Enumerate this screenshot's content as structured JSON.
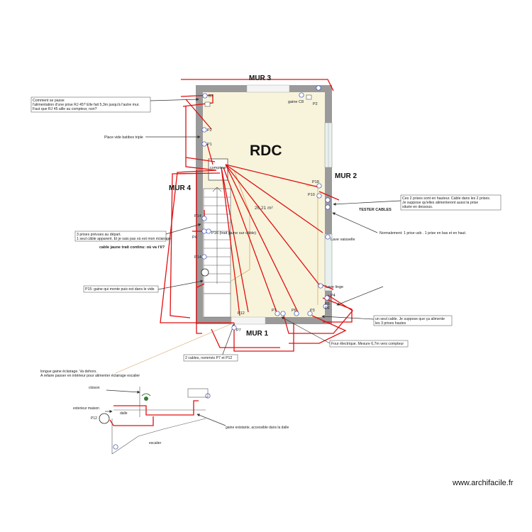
{
  "plan": {
    "room_title": "RDC",
    "area": "26.21 m²",
    "walls": {
      "mur1": "MUR 1",
      "mur2": "MUR 2",
      "mur3": "MUR 3",
      "mur4": "MUR 4"
    },
    "outlets": {
      "b7": "B7",
      "gaine_c8": "gaine C8",
      "p2_top": "P2",
      "p2_left": "P2",
      "p1": "P1",
      "compteur": "compteur",
      "p18": "P18",
      "p10": "P10",
      "p14": "P14",
      "p4": "P4",
      "p16": "P16 (trait jaune sur câble)",
      "p14b": "P14",
      "p12": "P12",
      "p7_bottom": "P7",
      "p7": "P7",
      "p6": "P6",
      "p3": "P3",
      "p5": "P5",
      "cave_vaisselle": "Lave vaisselle",
      "lave_linge": "Lave linge",
      "pf": "PF",
      "p4_right": "P4"
    },
    "notes": {
      "rj45": [
        "Comment se passe",
        "l'alimentation d'une prise RJ 45? Elle fait 5,3m jusqu'à l'autre mur.",
        "Faut que RJ 45 aille au compteur, non?"
      ],
      "batibox": "Place vide batibox triple",
      "trois_prises": [
        "3 prises prévues au départ.",
        "1 seul câble apparent. Et je sais pas où est mon éclairage"
      ],
      "cable_jaune": "cable jaune trait continu: où va t'il?",
      "p15": "P15: gaine qui monte puis est dans le vide",
      "deux_prises": [
        "Ces 2 prises sont en hauteur. Cable dans les 2 prises.",
        "Je suppose qu'elles alimenteront aussi la prise",
        "située en dessous."
      ],
      "tester": "TESTER CABLES",
      "usb": "Normalement: 1 prise usb . 1 prise en bas et en haut.",
      "un_seul_cable": [
        "un seul cable. Je suppose que ça alimente",
        "les 3 prises hautes"
      ],
      "four": "Four électrique. Mesure 6,7m vers compteur",
      "deux_cables": "2 cables, nommés P7 et P12",
      "gaine_eclairage": [
        "longue gaine éclairage. Va dehors.",
        "A refaire passer en intérieur pour alimenter éclairage escalier"
      ]
    },
    "exterior": {
      "cloison": "cloison",
      "exterieur_maison": "exterieur maison",
      "dalle": "dalle",
      "p12": "P12",
      "escalier": "escalier",
      "gaine_existante": "gaine existante, accessible dans la dalle"
    },
    "watermark": "www.archifacile.fr",
    "colors": {
      "wall": "#9a9a9a",
      "floor": "#f8f4dc",
      "wire": "#e01010",
      "arrow_line": "#333333",
      "window": "#e9f0f0",
      "symbol": "#3a4bb0"
    }
  }
}
